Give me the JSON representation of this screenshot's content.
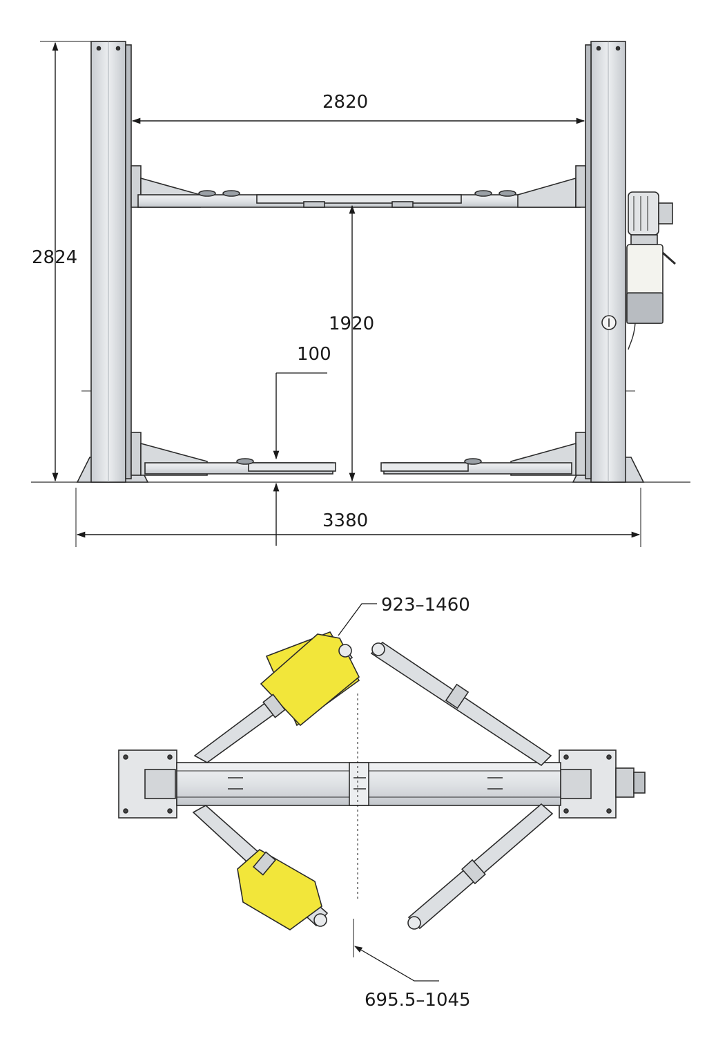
{
  "front_view": {
    "dimensions": {
      "post_height": "2824",
      "inner_width": "2820",
      "lift_height": "1920",
      "min_height": "100",
      "overall_width": "3380"
    }
  },
  "top_view": {
    "dimensions": {
      "arm_reach_long": "923–1460",
      "arm_reach_short": "695.5–1045"
    }
  },
  "colors": {
    "line": "#2b2b2b",
    "steel": "#d9dce0",
    "steel_dark": "#b9bec4",
    "pad_yellow": "#f2e63a",
    "motor_white": "#f3f3ee"
  }
}
